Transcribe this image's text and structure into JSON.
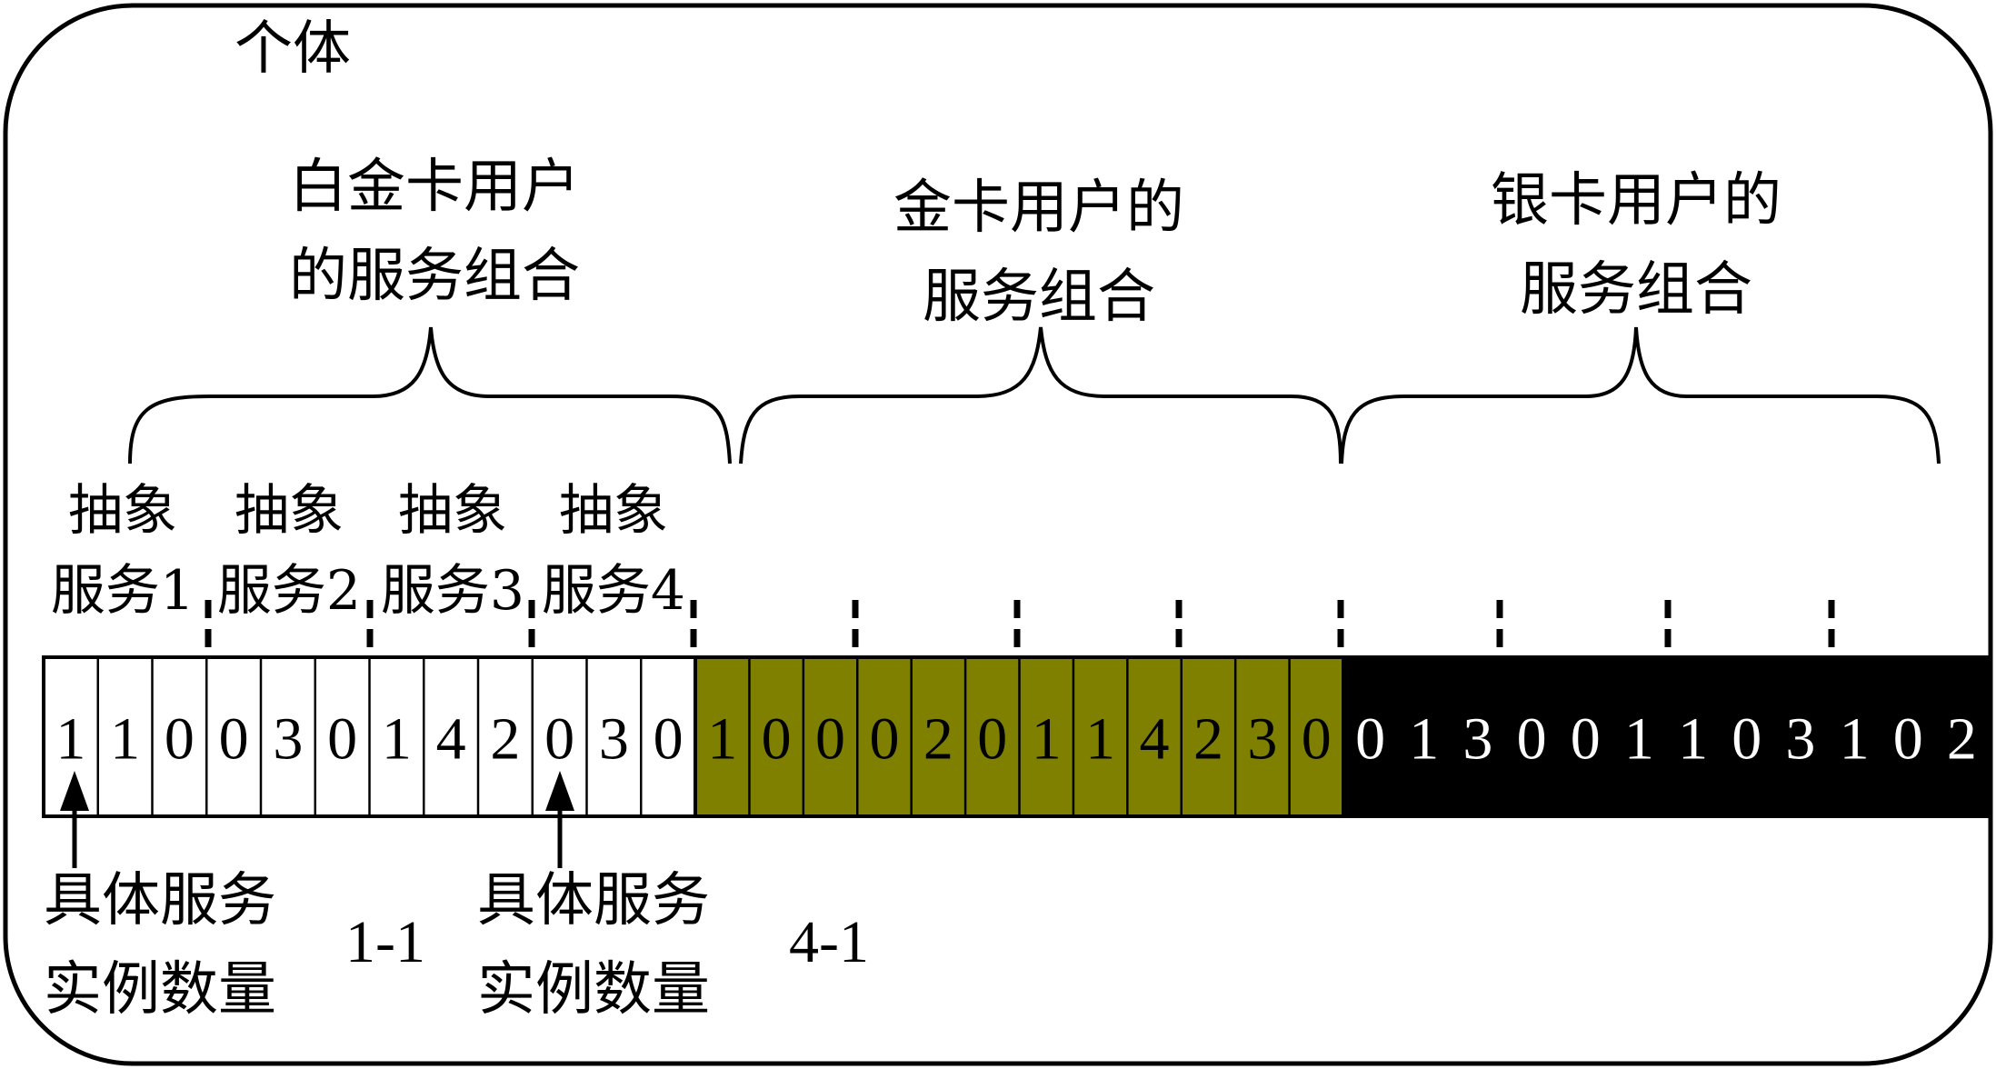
{
  "individual_label": "个体",
  "groups": [
    {
      "label_line1": "白金卡用户",
      "label_line2": "的服务组合",
      "color": "#ffffff",
      "digit_color": "#000000"
    },
    {
      "label_line1": "金卡用户的",
      "label_line2": "服务组合",
      "color": "#808000",
      "digit_color": "#000000"
    },
    {
      "label_line1": "银卡用户的",
      "label_line2": "服务组合",
      "color": "#000000",
      "digit_color": "#ffffff"
    }
  ],
  "abstract_services": [
    {
      "line1": "抽象",
      "line2": "服务1"
    },
    {
      "line1": "抽象",
      "line2": "服务2"
    },
    {
      "line1": "抽象",
      "line2": "服务3"
    },
    {
      "line1": "抽象",
      "line2": "服务4"
    }
  ],
  "cells": [
    [
      "1",
      "1",
      "0",
      "0",
      "3",
      "0",
      "1",
      "4",
      "2",
      "0",
      "3",
      "0"
    ],
    [
      "1",
      "0",
      "0",
      "0",
      "2",
      "0",
      "1",
      "1",
      "4",
      "2",
      "3",
      "0"
    ],
    [
      "0",
      "1",
      "3",
      "0",
      "0",
      "1",
      "1",
      "0",
      "3",
      "1",
      "0",
      "2"
    ]
  ],
  "annotations": [
    {
      "line1": "具体服务",
      "line2": "实例数量",
      "id": "1-1"
    },
    {
      "line1": "具体服务",
      "line2": "实例数量",
      "id": "4-1"
    }
  ]
}
